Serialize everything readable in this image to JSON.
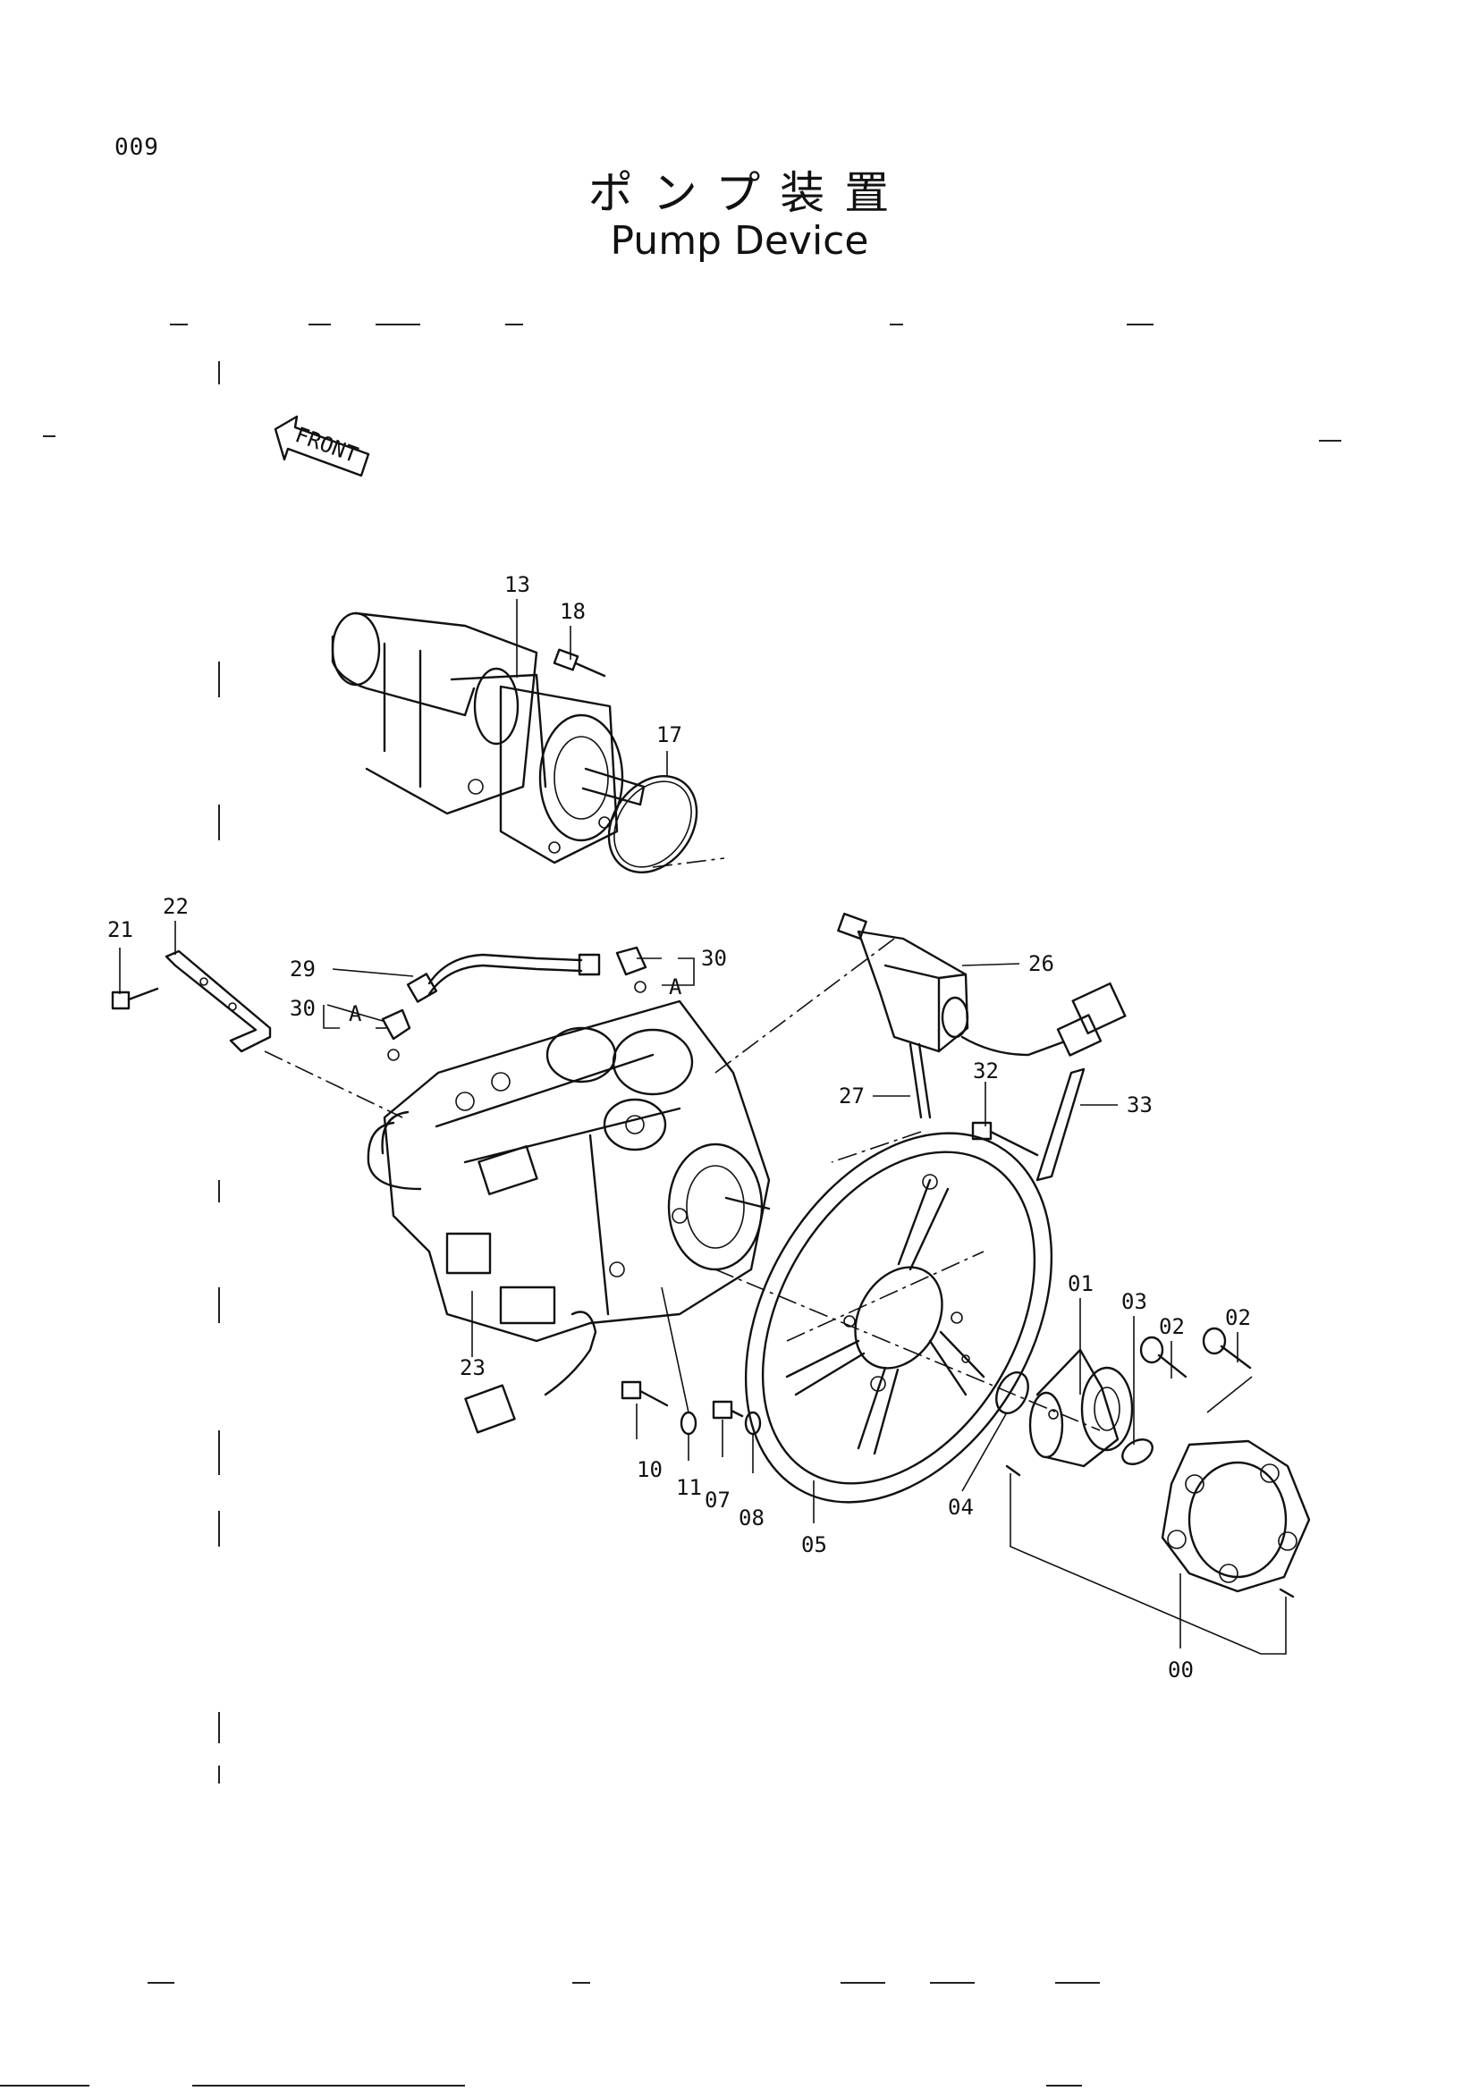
{
  "page": {
    "number": "009",
    "title_jp": "ポンプ装置",
    "title_en": "Pump Device"
  },
  "front_arrow": "FRONT",
  "detail_marker": "A",
  "callouts": [
    {
      "id": "13",
      "part": "gear-pump"
    },
    {
      "id": "18",
      "part": "bolt"
    },
    {
      "id": "17",
      "part": "o-ring"
    },
    {
      "id": "22",
      "part": "bracket"
    },
    {
      "id": "21",
      "part": "bolt"
    },
    {
      "id": "29",
      "part": "hose"
    },
    {
      "id": "30",
      "part": "adapter"
    },
    {
      "id": "30",
      "part": "adapter"
    },
    {
      "id": "26",
      "part": "solenoid-valve"
    },
    {
      "id": "27",
      "part": "bolt"
    },
    {
      "id": "32",
      "part": "bolt"
    },
    {
      "id": "33",
      "part": "plate"
    },
    {
      "id": "01",
      "part": "hub"
    },
    {
      "id": "03",
      "part": "washer"
    },
    {
      "id": "02",
      "part": "bolt"
    },
    {
      "id": "02",
      "part": "bolt"
    },
    {
      "id": "23",
      "part": "main-pump"
    },
    {
      "id": "10",
      "part": "bolt"
    },
    {
      "id": "11",
      "part": "washer"
    },
    {
      "id": "07",
      "part": "bolt"
    },
    {
      "id": "08",
      "part": "washer"
    },
    {
      "id": "05",
      "part": "flywheel-housing"
    },
    {
      "id": "04",
      "part": "o-ring"
    },
    {
      "id": "00",
      "part": "coupling"
    }
  ]
}
